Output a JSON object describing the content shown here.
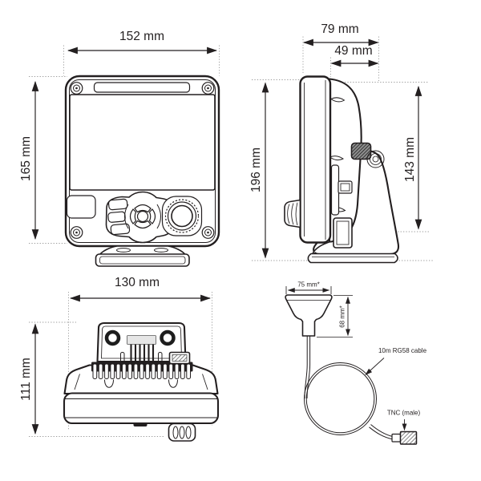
{
  "colors": {
    "ink": "#231f20",
    "guide": "#9b9b9b",
    "background": "#ffffff"
  },
  "front_view": {
    "width_label": "152 mm",
    "height_label": "165 mm"
  },
  "side_view": {
    "total_depth_label": "79 mm",
    "head_depth_label": "49 mm",
    "total_height_label": "196 mm",
    "bracket_height_label": "143 mm"
  },
  "bottom_view": {
    "width_label": "130 mm",
    "height_label": "111 mm"
  },
  "antenna": {
    "width_label": "75 mm*",
    "height_label": "68 mm*",
    "cable_label": "10m RG58 cable",
    "connector_label": "TNC (male)"
  }
}
